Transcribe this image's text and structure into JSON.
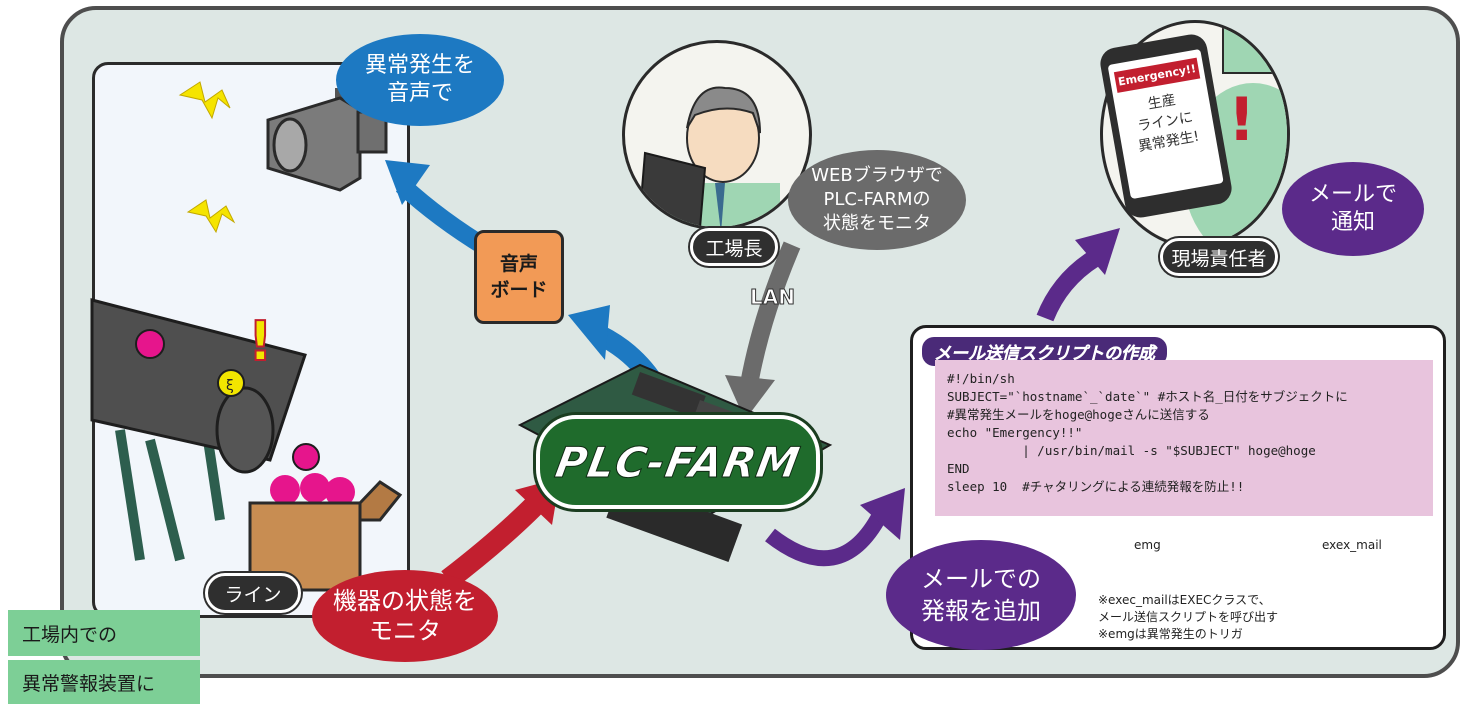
{
  "speaker_bubble": {
    "line1": "異常発生を",
    "line2": "音声で"
  },
  "sound_board": {
    "line1": "音声",
    "line2": "ボード"
  },
  "line_label": "ライン",
  "monitor_bubble": {
    "line1": "機器の状態を",
    "line2": "モニタ"
  },
  "manager": {
    "label": "工場長",
    "bubble_line1": "WEBブラウザで",
    "bubble_line2": "PLC-FARMの",
    "bubble_line3": "状態をモニタ"
  },
  "lan_label": "LAN",
  "plc_logo": "PLC-FARM",
  "phone": {
    "header": "Emergency!!",
    "line1": "生産",
    "line2": "ラインに",
    "line3": "異常発生!",
    "exclaim": "!"
  },
  "responsible": {
    "label": "現場責任者"
  },
  "mail_notify": {
    "line1": "メールで",
    "line2": "通知"
  },
  "script": {
    "title": "メール送信スクリプトの作成",
    "lines": [
      "#!/bin/sh",
      "",
      "SUBJECT=\"`hostname`_`date`\" #ホスト名_日付をサブジェクトに",
      "#異常発生メールをhoge@hogeさんに送信する",
      "echo \"Emergency!!\"",
      "          | /usr/bin/mail -s \"$SUBJECT\" hoge@hoge",
      "END",
      "sleep 10  #チャタリングによる連続発報を防止!!"
    ]
  },
  "mail_add": {
    "line1": "メールでの",
    "line2": "発報を追加"
  },
  "ladder": {
    "contact_label": "emg",
    "coil_label": "exex_mail",
    "note1": "※exec_mailはEXECクラスで、",
    "note2": "メール送信スクリプトを呼び出す",
    "note3": "※emgは異常発生のトリガ"
  },
  "footer": {
    "line1": "工場内での",
    "line2": "異常警報装置に"
  },
  "colors": {
    "blue": "#1d79c2",
    "red": "#c21f2f",
    "purple": "#5b2a8a",
    "orange": "#f29a56",
    "gray": "#6b6b6b",
    "green": "#1f6b2c"
  }
}
